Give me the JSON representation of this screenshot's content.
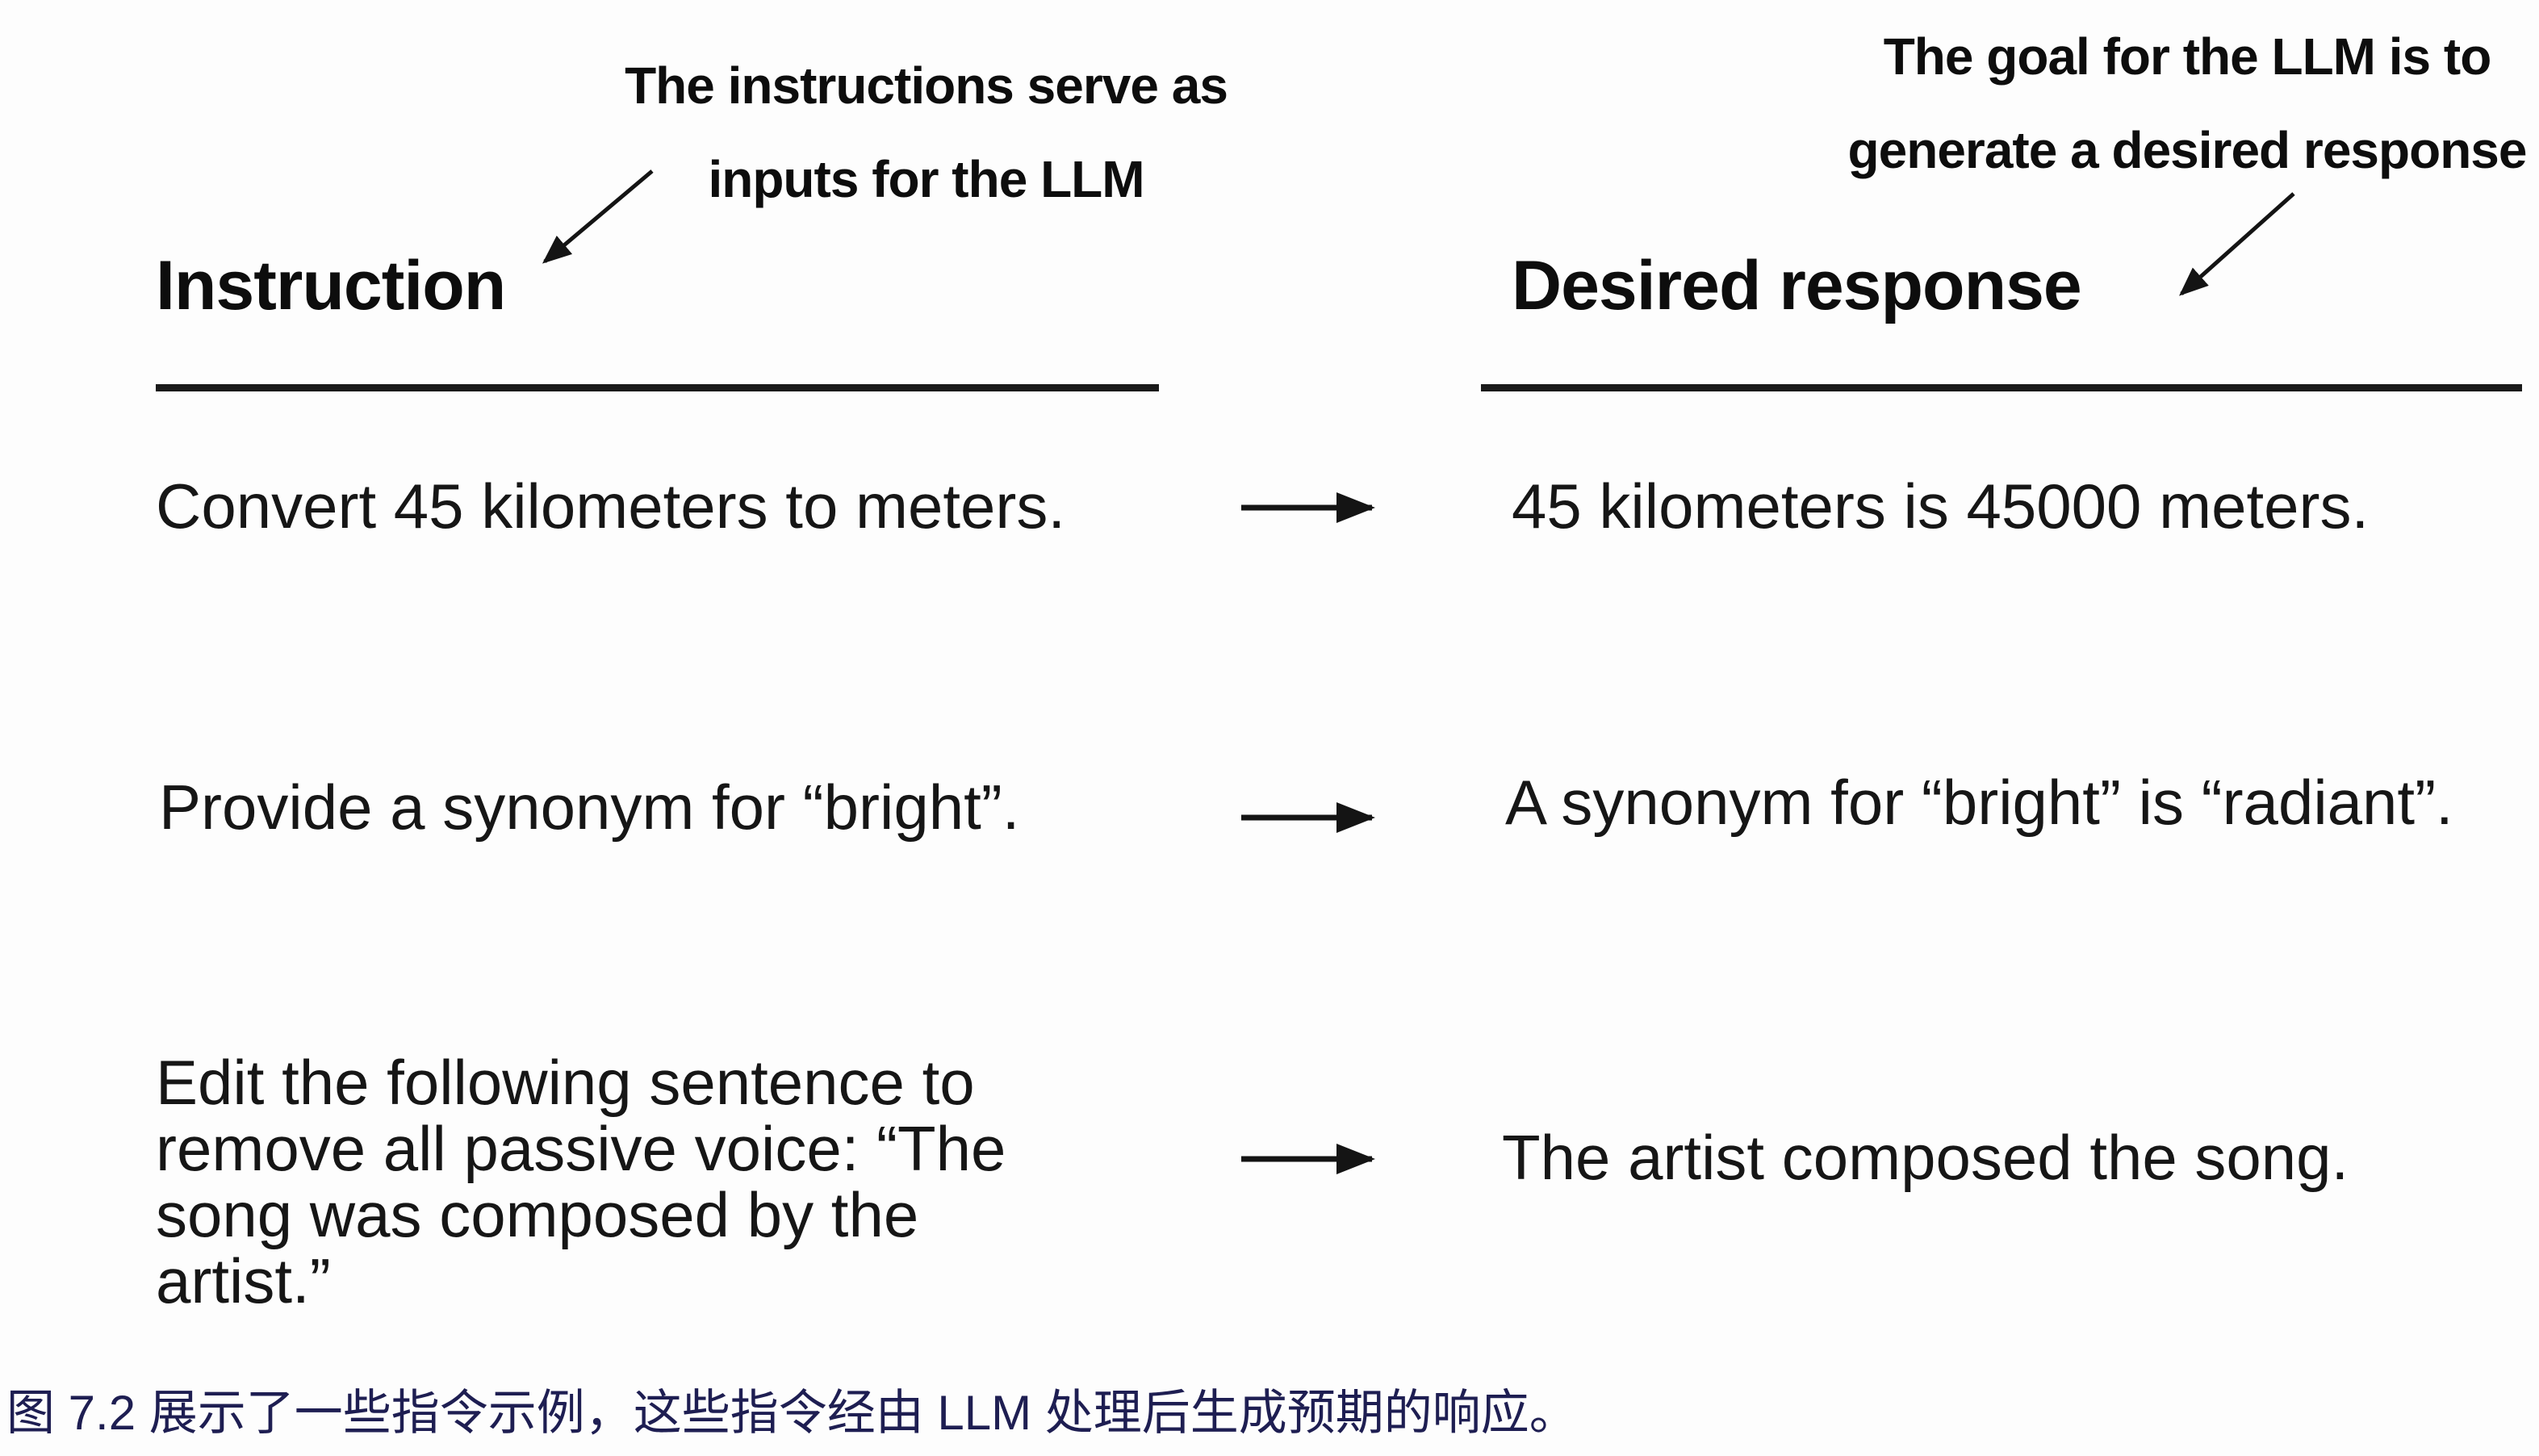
{
  "figure": {
    "annotations": {
      "left": {
        "line1": "The instructions serve as",
        "line2": "inputs for the LLM"
      },
      "right": {
        "line1": "The goal for the LLM is to",
        "line2": "generate a desired response"
      }
    },
    "table": {
      "left_header": "Instruction",
      "right_header": "Desired response",
      "rows": [
        {
          "instruction": "Convert 45 kilometers to meters.",
          "response": "45 kilometers is 45000 meters."
        },
        {
          "instruction": "Provide a synonym for “bright”.",
          "response": "A synonym for “bright” is “radiant”."
        },
        {
          "instruction": "Edit the following sentence to remove all passive voice: “The song was composed by the artist.”",
          "response": "The artist composed the song."
        }
      ]
    },
    "caption": {
      "text": "图 7.2 展示了一些指令示例，这些指令经由 LLM 处理后生成预期的响应。",
      "color": "#1e1e52"
    },
    "colors": {
      "ink": "#141414"
    }
  }
}
